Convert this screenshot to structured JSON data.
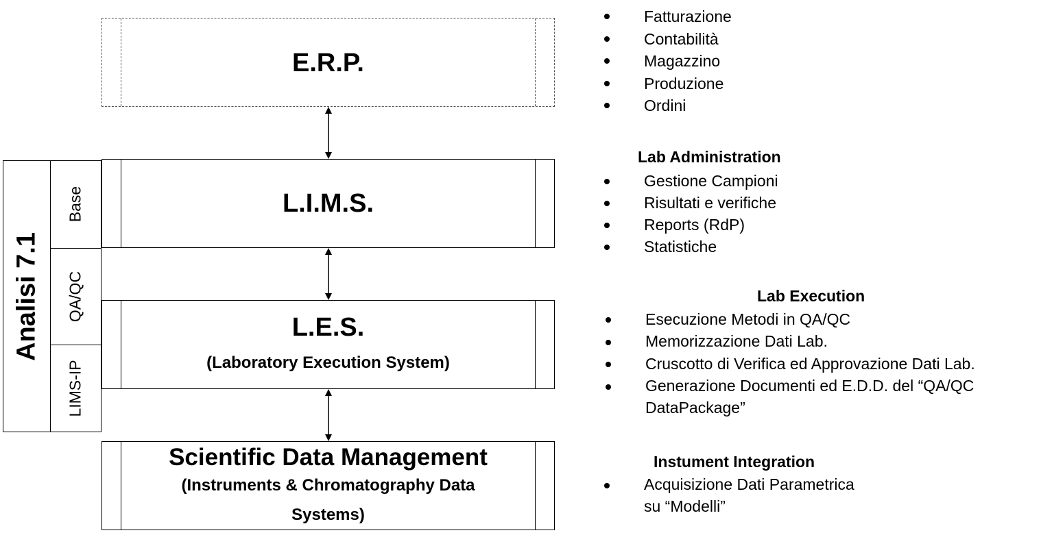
{
  "diagram": {
    "erp": {
      "title": "E.R.P."
    },
    "lims": {
      "title": "L.I.M.S."
    },
    "les": {
      "title": "L.E.S.",
      "subtitle": "(Laboratory Execution System)"
    },
    "sdm": {
      "title": "Scientific Data Management",
      "subtitle_line1": "(Instruments & Chromatography Data",
      "subtitle_line2": "Systems)"
    },
    "sidebar": {
      "main_label": "Analisi 7.1",
      "modules": [
        "Base",
        "QA/QC",
        "LIMS-IP"
      ]
    }
  },
  "lists": {
    "erp": {
      "items": [
        "Fatturazione",
        "Contabilità",
        "Magazzino",
        "Produzione",
        "Ordini"
      ]
    },
    "lims": {
      "heading": "Lab Administration",
      "items": [
        "Gestione Campioni",
        "Risultati e verifiche",
        "Reports (RdP)",
        "Statistiche"
      ]
    },
    "les": {
      "heading": "Lab Execution",
      "items": [
        "Esecuzione Metodi in QA/QC",
        "Memorizzazione Dati Lab.",
        "Cruscotto di Verifica ed Approvazione Dati Lab.",
        "Generazione Documenti ed E.D.D. del “QA/QC",
        "DataPackage”"
      ]
    },
    "sdm": {
      "heading": "Instument Integration",
      "items": [
        "Acquisizione Dati Parametrica",
        "su “Modelli”"
      ]
    }
  }
}
